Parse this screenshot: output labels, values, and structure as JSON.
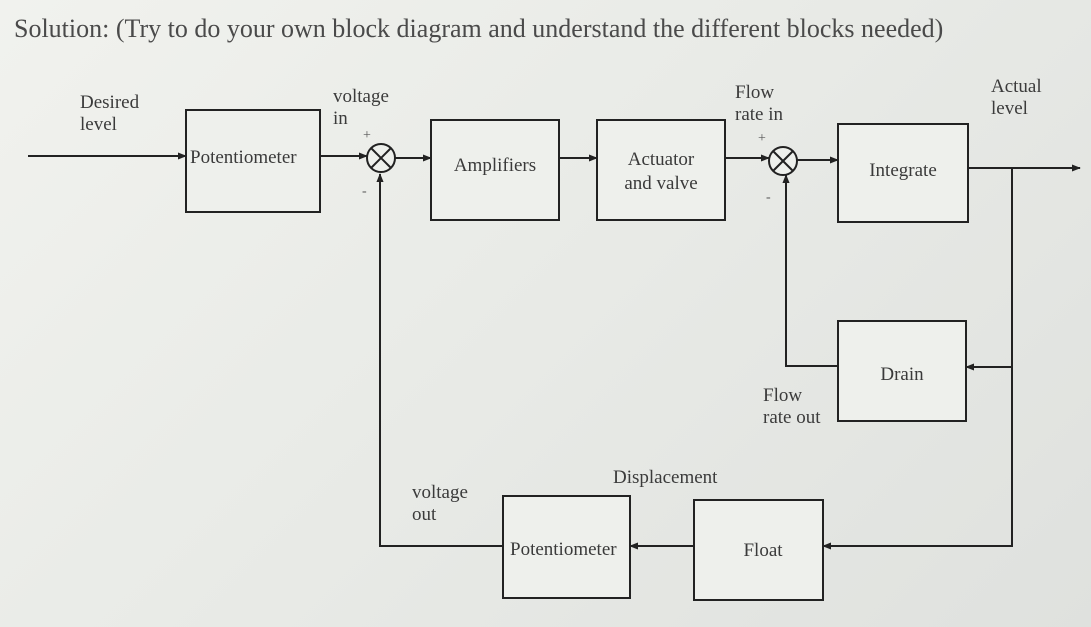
{
  "heading": "Solution: (Try to do your own block diagram and understand the different blocks needed)",
  "signals": {
    "desired_level": "Desired\nlevel",
    "voltage_in": "voltage\nin",
    "flow_rate_in": "Flow\nrate in",
    "actual_level": "Actual\nlevel",
    "flow_rate_out": "Flow\nrate out",
    "voltage_out": "voltage\nout",
    "displacement": "Displacement"
  },
  "blocks": {
    "potentiometer_in": "Potentiometer",
    "amplifiers": "Amplifiers",
    "actuator_line1": "Actuator",
    "actuator_line2": "and valve",
    "integrate": "Integrate",
    "drain": "Drain",
    "float": "Float",
    "potentiometer_out": "Potentiometer"
  },
  "summing_signs": {
    "sum1_plus": "+",
    "sum1_minus": "-",
    "sum2_plus": "+",
    "sum2_minus": "-"
  }
}
